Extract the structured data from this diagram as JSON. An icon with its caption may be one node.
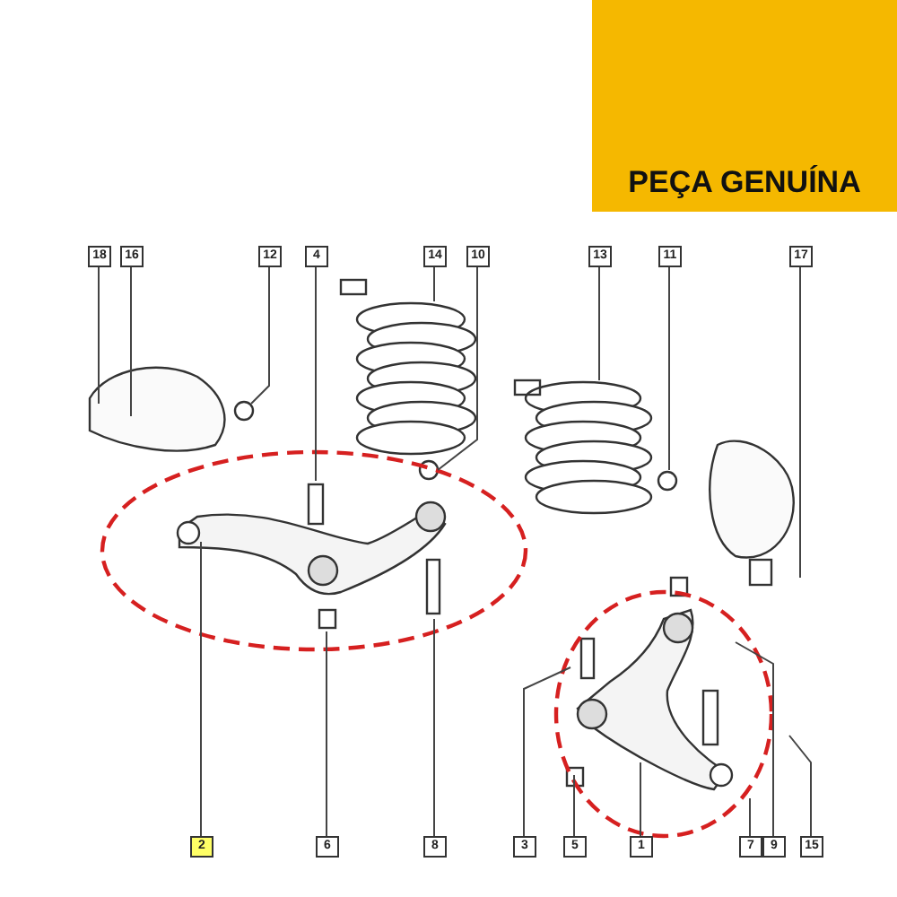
{
  "diagram": {
    "nodes": [
      {
        "text": [
          "18"
        ]
      },
      {
        "text": [
          "16"
        ]
      },
      {
        "text": [
          "12"
        ]
      },
      {
        "text": [
          "4"
        ]
      },
      {
        "text": [
          "14"
        ]
      },
      {
        "text": [
          "10"
        ]
      },
      {
        "text": [
          "13"
        ]
      },
      {
        "text": [
          "11"
        ]
      },
      {
        "text": [
          "17"
        ]
      },
      {
        "text": [
          "2"
        ]
      },
      {
        "text": [
          "6"
        ]
      },
      {
        "text": [
          "8"
        ]
      },
      {
        "text": [
          "3"
        ]
      },
      {
        "text": [
          "5"
        ]
      },
      {
        "text": [
          "1"
        ]
      },
      {
        "text": [
          "7"
        ]
      },
      {
        "text": [
          "9"
        ]
      },
      {
        "text": [
          "15"
        ]
      }
    ],
    "edges": [
      {
        "from": 0,
        "to": null,
        "arrow": "none"
      },
      {
        "from": 1,
        "to": null,
        "arrow": "none"
      },
      {
        "from": 2,
        "to": null,
        "arrow": "none"
      },
      {
        "from": 3,
        "to": null,
        "arrow": "none"
      },
      {
        "from": 4,
        "to": null,
        "arrow": "none"
      },
      {
        "from": 5,
        "to": null,
        "arrow": "none"
      },
      {
        "from": 6,
        "to": null,
        "arrow": "none"
      },
      {
        "from": 7,
        "to": null,
        "arrow": "none"
      },
      {
        "from": 8,
        "to": null,
        "arrow": "none"
      },
      {
        "from": 9,
        "to": null,
        "arrow": "none"
      },
      {
        "from": 10,
        "to": null,
        "arrow": "none"
      },
      {
        "from": 11,
        "to": null,
        "arrow": "none"
      },
      {
        "from": 12,
        "to": null,
        "arrow": "none"
      },
      {
        "from": 13,
        "to": null,
        "arrow": "none"
      },
      {
        "from": 14,
        "to": null,
        "arrow": "none"
      },
      {
        "from": 15,
        "to": null,
        "arrow": "none"
      },
      {
        "from": 16,
        "to": null,
        "arrow": "none"
      },
      {
        "from": 17,
        "to": null,
        "arrow": "none"
      }
    ],
    "labels": [
      "PEÇA GENUÍNA"
    ]
  }
}
